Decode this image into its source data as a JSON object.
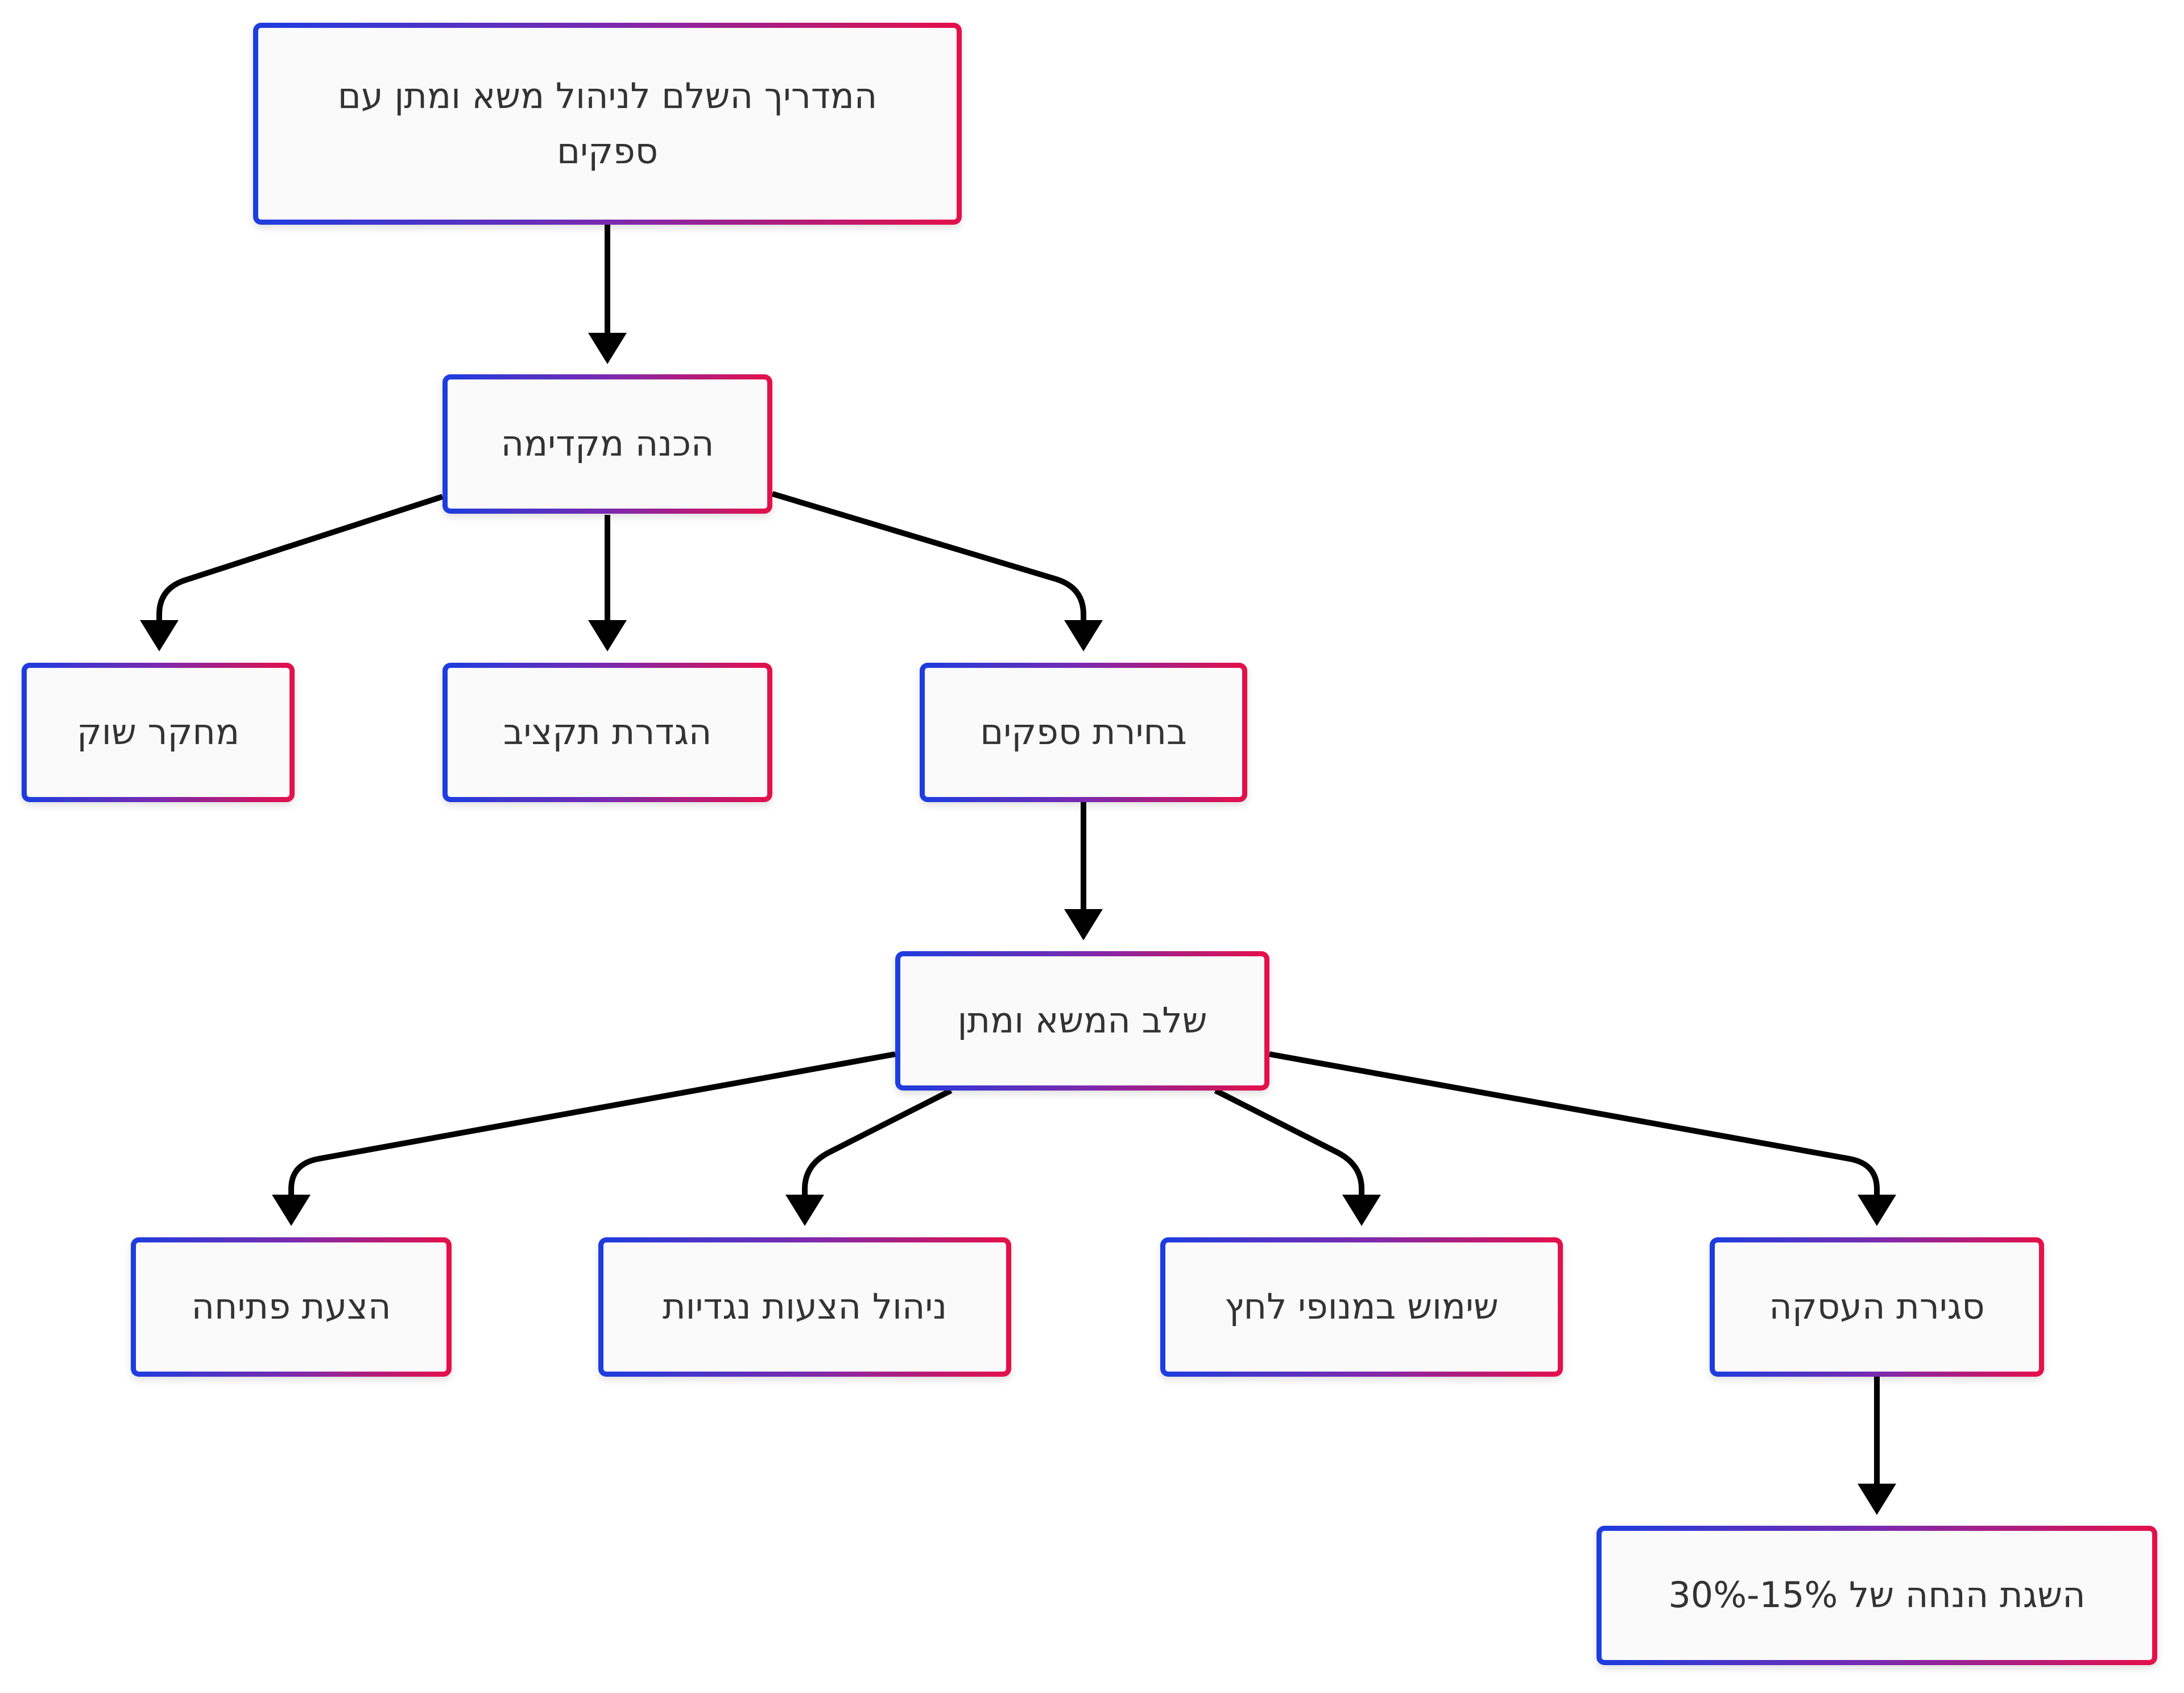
{
  "diagram": {
    "nodes": [
      {
        "id": "root",
        "label": "המדריך השלם לניהול משא ומתן עם ספקים"
      },
      {
        "id": "prep",
        "label": "הכנה מקדימה"
      },
      {
        "id": "market",
        "label": "מחקר שוק"
      },
      {
        "id": "budget",
        "label": "הגדרת תקציב"
      },
      {
        "id": "suppliers",
        "label": "בחירת ספקים"
      },
      {
        "id": "negotiation",
        "label": "שלב המשא ומתן"
      },
      {
        "id": "opening",
        "label": "הצעת פתיחה"
      },
      {
        "id": "counter",
        "label": "ניהול הצעות נגדיות"
      },
      {
        "id": "leverage",
        "label": "שימוש במנופי לחץ"
      },
      {
        "id": "closing",
        "label": "סגירת העסקה"
      },
      {
        "id": "discount",
        "label": "השגת הנחה של 15%-30%"
      }
    ],
    "edges": [
      {
        "from": "root",
        "to": "prep"
      },
      {
        "from": "prep",
        "to": "market"
      },
      {
        "from": "prep",
        "to": "budget"
      },
      {
        "from": "prep",
        "to": "suppliers"
      },
      {
        "from": "suppliers",
        "to": "negotiation"
      },
      {
        "from": "negotiation",
        "to": "opening"
      },
      {
        "from": "negotiation",
        "to": "counter"
      },
      {
        "from": "negotiation",
        "to": "leverage"
      },
      {
        "from": "negotiation",
        "to": "closing"
      },
      {
        "from": "closing",
        "to": "discount"
      }
    ]
  }
}
